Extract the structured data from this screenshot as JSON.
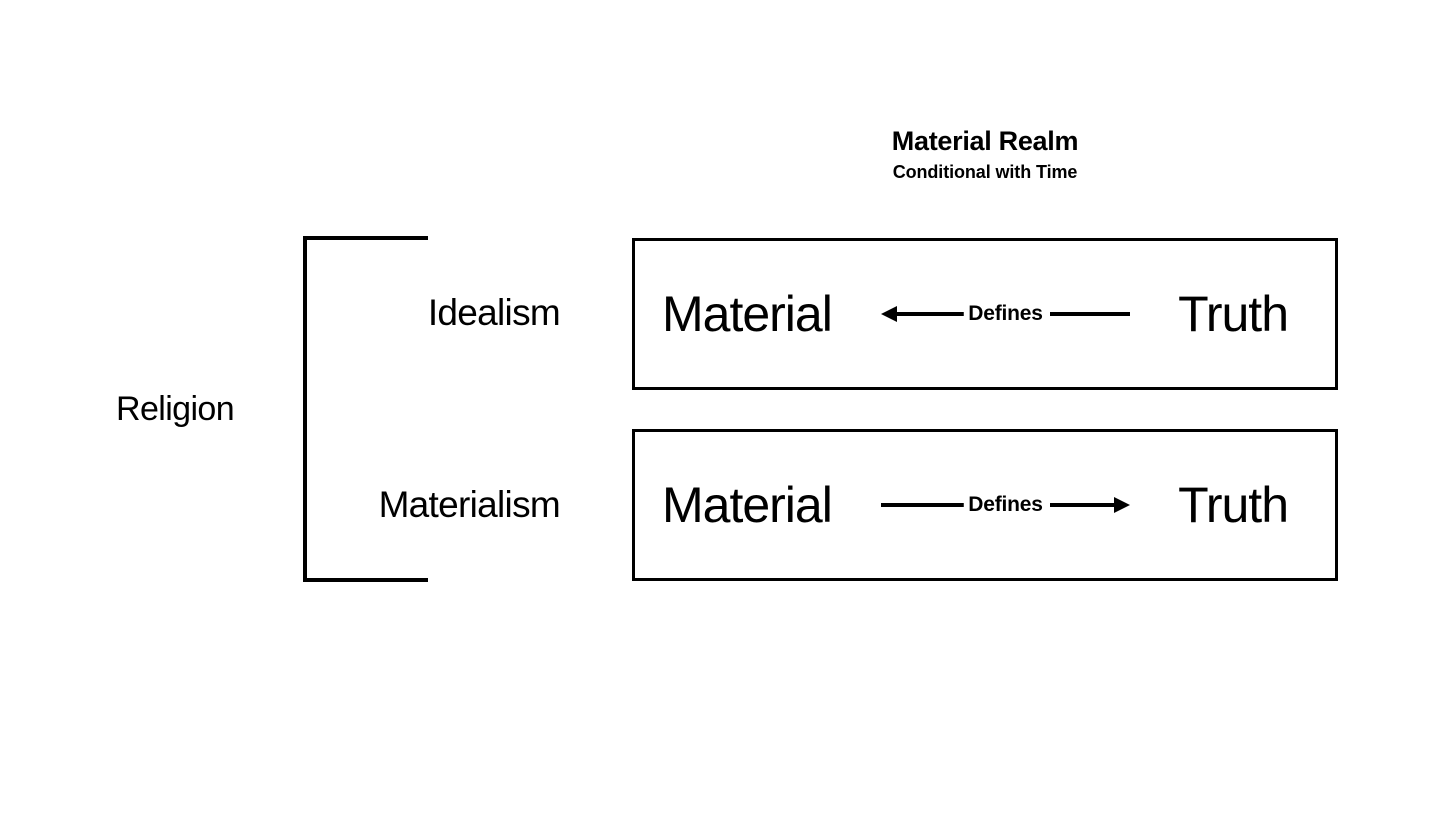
{
  "header": {
    "title": "Material Realm",
    "subtitle": "Conditional with Time"
  },
  "group": {
    "label": "Religion",
    "bracket_icon": "left-bracket-icon"
  },
  "rows": [
    {
      "key": "idealism",
      "category_label": "Idealism",
      "left_node": "Material",
      "right_node": "Truth",
      "relation_label": "Defines",
      "arrow_direction": "left",
      "arrow_icon": "arrow-left-icon"
    },
    {
      "key": "materialism",
      "category_label": "Materialism",
      "left_node": "Material",
      "right_node": "Truth",
      "relation_label": "Defines",
      "arrow_direction": "right",
      "arrow_icon": "arrow-right-icon"
    }
  ],
  "colors": {
    "background": "#ffffff",
    "foreground": "#000000",
    "stroke": "#000000"
  }
}
